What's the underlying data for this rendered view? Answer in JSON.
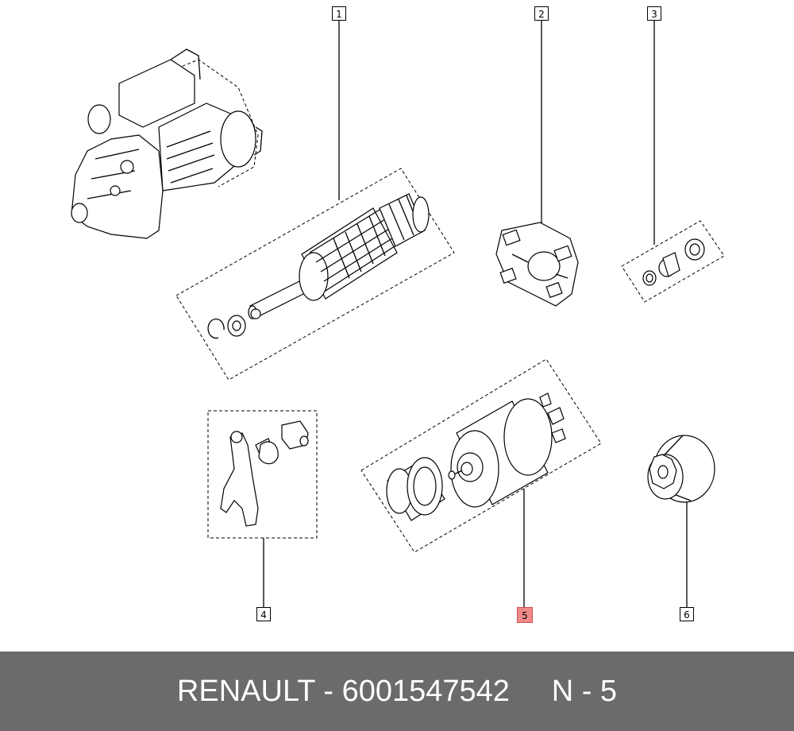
{
  "callouts": {
    "c1": "1",
    "c2": "2",
    "c3": "3",
    "c4": "4",
    "c5": "5",
    "c6": "6"
  },
  "highlight_color": "#f08a8a",
  "footer": {
    "brand": "RENAULT",
    "separator": " - ",
    "part_number": "6001547542",
    "position_label": "N - 5"
  },
  "footer_background": "#6b6b6b"
}
